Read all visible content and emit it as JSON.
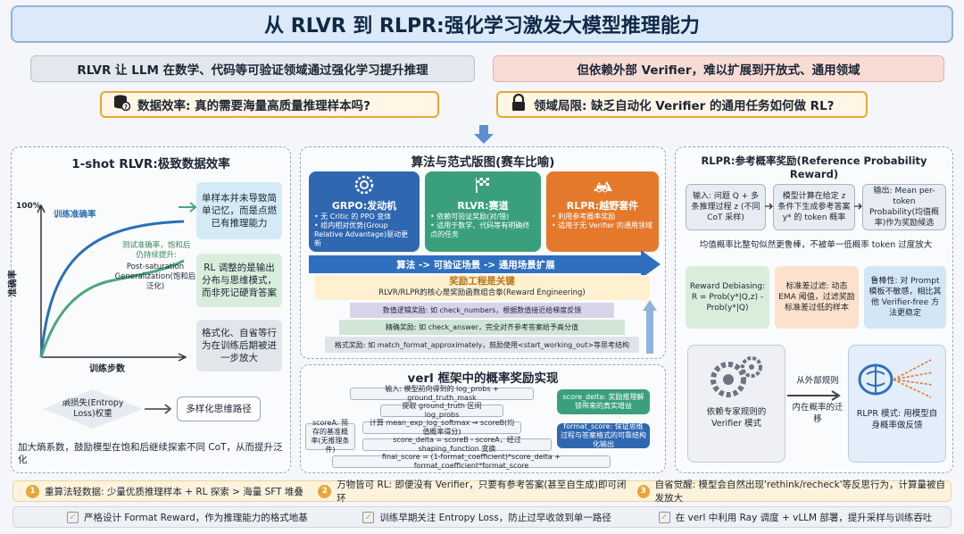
{
  "title": "从 RLVR 到 RLPR:强化学习激发大模型推理能力",
  "top": {
    "left_banner": "RLVR 让 LLM 在数学、代码等可验证领域通过强化学习提升推理",
    "right_banner": "但依赖外部 Verifier，难以扩展到开放式、通用领域",
    "left_q": "数据效率: 真的需要海量高质量推理样本吗?",
    "right_q": "领域局限: 缺乏自动化 Verifier 的通用任务如何做 RL?"
  },
  "left": {
    "title": "1-shot RLVR:极致数据效率",
    "y_top": "100%",
    "ylabel": "准确率",
    "xlabel": "训练步数",
    "train_label": "训练准确率",
    "test_label": "测试准确率，饱和后仍持续提升:",
    "test_label2": "Post-saturation Generalization(饱和后泛化)",
    "card1": "单样本并未导致简单记忆，而是点燃已有推理能力",
    "card2": "RL 调整的是输出分布与思维模式，而非死记硬背答案",
    "card3": "格式化、自省等行为在训练后期被进一步放大",
    "entropy": "熵损失(Entropy Loss)权重",
    "diverse": "多样化思维路径",
    "bottom": "加大熵系数，鼓励模型在饱和后继续探索不同 CoT，从而提升泛化"
  },
  "mid": {
    "title": "算法与范式版图(赛车比喻)",
    "grpo_title": "GRPO:发动机",
    "grpo_1": "• 无 Critic 的 PPO 变体",
    "grpo_2": "• 组内相对优势(Group Relative Advantage)驱动更新",
    "rlvr_title": "RLVR:赛道",
    "rlvr_1": "• 依赖可验证奖励(对/错)",
    "rlvr_2": "• 适用于数学、代码等有明确终点的任务",
    "rlpr_title": "RLPR:越野套件",
    "rlpr_1": "• 利用参考概率奖励",
    "rlpr_2": "• 适用于无 Verifier 的通用领域",
    "arrow": "算法 -> 可验证场景 -> 通用场景扩展",
    "reward_title": "奖励工程是关键",
    "reward_sub": "RLVR/RLPR的核心是奖励函数组合拳(Reward Engineering)",
    "step1": "数值逻辑奖励: 如 check_numbers，根据数值接近给梯度反馈",
    "step2": "精确奖励: 如 check_answer，完全对齐参考答案给予高分值",
    "step3": "格式奖励: 如 match_format_approximately，鼓励使用<start_working_out>等思考结构"
  },
  "verl": {
    "title": "verl 框架中的概率奖励实现",
    "f1": "输入: 模型前向得到的 log_probs + ground_truth_mask",
    "f2": "提取 ground_truth 区间 log_probs",
    "f3": "计算 mean_exp_log_softmax → scoreB(均值概率得分)",
    "f4": "score_delta = scoreB - scoreA，经过 shaping_function 变换",
    "f5": "final_score = (1-format_coefficient)*score_delta + format_coefficient*format_score",
    "scoreA": "scoreA: 预存的基准概率(无推理条件)",
    "delta_note": "score_delta: 奖励推理解锁带来的真实增益",
    "format_note": "format_score: 保证思维过程与答案格式的可靠结构化输出"
  },
  "right": {
    "title": "RLPR:参考概率奖励(Reference Probability Reward)",
    "b1": "输入: 问题 Q + 多条推理过程 z (不同 CoT 采样)",
    "b2": "模型计算在给定 z 条件下生成参考答案 y* 的 token 概率",
    "b3": "输出: Mean per-token Probability(均值概率)作为奖励候选",
    "note": "均值概率比整句似然更鲁棒，不被单一低概率 token 过度放大",
    "c1": "Reward Debiasing: R = Prob(y*|Q,z) - Prob(y*|Q)",
    "c2": "标准差过滤: 动态 EMA 阈值，过滤奖励标准差过低的样本",
    "c3": "鲁棒性: 对 Prompt 模板不敏感，相比其他 Verifier-free 方法更稳定",
    "left_mode": "依赖专家规则的 Verifier 模式",
    "shift": "从外部规则",
    "shift2": "内在概率的迁移",
    "right_mode": "RLPR 模式: 用模型自身概率做反馈"
  },
  "footer": {
    "n1": "1",
    "i1": "重算法轻数据: 少量优质推理样本 + RL 探索 > 海量 SFT 堆叠",
    "n2": "2",
    "i2": "万物皆可 RL: 即便没有 Verifier，只要有参考答案(甚至自生成)即可闭环",
    "n3": "3",
    "i3": "自省觉醒: 模型会自然出现'rethink/recheck'等反思行为，计算量被自发放大",
    "c1": "严格设计 Format Reward，作为推理能力的格式地基",
    "c2": "训练早期关注 Entropy Loss，防止过早收敛到单一路径",
    "c3": "在 verl 中利用 Ray 调度 + vLLM 部署，提升采样与训练吞吐"
  },
  "colors": {
    "grpo": "#2f67b1",
    "rlvr": "#3aa07b",
    "rlpr": "#e5792b",
    "accent": "#e8a638",
    "train_line": "#2a6fb5",
    "test_line": "#4aa97a"
  }
}
